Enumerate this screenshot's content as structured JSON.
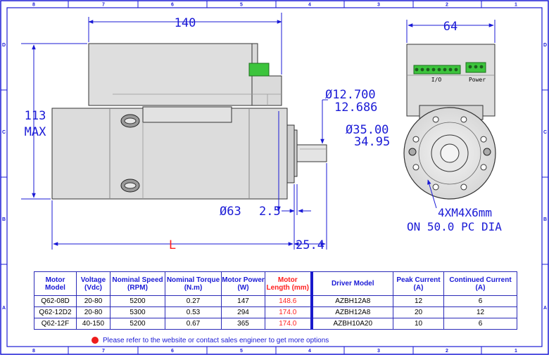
{
  "border": {
    "columns": [
      "8",
      "7",
      "6",
      "5",
      "4",
      "3",
      "2",
      "1"
    ],
    "rows": [
      "D",
      "C",
      "B",
      "A"
    ]
  },
  "dimensions": {
    "top_length": "140",
    "height_1": "113",
    "height_2": "MAX",
    "shaft_1": "Ø12.700",
    "shaft_2": "12.686",
    "pilot_1": "Ø35.00",
    "pilot_2": "34.95",
    "body_dia": "Ø63",
    "pilot_len": "2.5",
    "shaft_len": "25.4",
    "length_L": "L",
    "front_width": "64",
    "holes_1": "4XM4X6mm",
    "holes_2": "ON 50.0 PC DIA"
  },
  "connector": {
    "io_label": "I/O",
    "power_label": "Power"
  },
  "table": {
    "headers": [
      {
        "text": "Motor Model",
        "hl": false
      },
      {
        "text": "Voltage (Vdc)",
        "hl": false
      },
      {
        "text": "Nominal Speed (RPM)",
        "hl": false
      },
      {
        "text": "Nominal Torque (N.m)",
        "hl": false
      },
      {
        "text": "Motor Power (W)",
        "hl": false
      },
      {
        "text": "Motor Length (mm)",
        "hl": true
      },
      {
        "text": "Driver Model",
        "hl": false
      },
      {
        "text": "Peak Current (A)",
        "hl": false
      },
      {
        "text": "Continued Current (A)",
        "hl": false
      }
    ],
    "rows": [
      [
        "Q62-08D",
        "20-80",
        "5200",
        "0.27",
        "147",
        "148.6",
        "AZBH12A8",
        "12",
        "6"
      ],
      [
        "Q62-12D2",
        "20-80",
        "5300",
        "0.53",
        "294",
        "174.0",
        "AZBH12A8",
        "20",
        "12"
      ],
      [
        "Q62-12F",
        "40-150",
        "5200",
        "0.67",
        "365",
        "174.0",
        "AZBH10A20",
        "10",
        "6"
      ]
    ]
  },
  "note": "Please refer to the website or contact sales engineer to get  more options",
  "colors": {
    "drawing_blue": "#1a1ad6",
    "highlight_red": "#ff1f1f",
    "body_gray": "#dedede",
    "connector_green": "#3cc43c"
  }
}
